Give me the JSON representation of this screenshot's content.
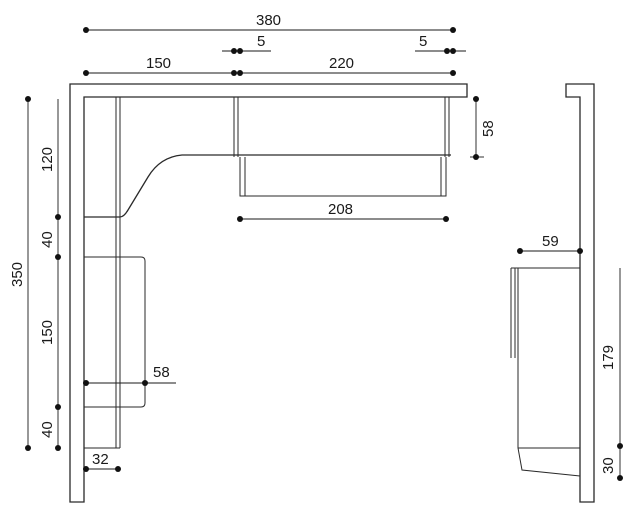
{
  "dimensions": {
    "total_width": "380",
    "gap_left": "5",
    "gap_right": "5",
    "left_section_width": "150",
    "right_section_width": "220",
    "upper_depth": "58",
    "shelf_width": "208",
    "height_upper": "120",
    "height_gap_upper": "40",
    "total_height": "350",
    "height_middle": "150",
    "height_gap_lower": "40",
    "cabinet_depth_label": "58",
    "bottom_width": "32",
    "side_depth": "59",
    "side_height": "179",
    "side_base": "30"
  },
  "colors": {
    "line": "#2a2a2a",
    "dot": "#111111"
  }
}
